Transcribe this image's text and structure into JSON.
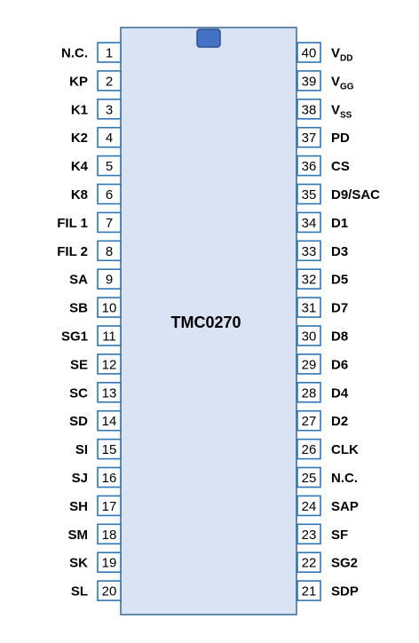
{
  "chip": {
    "name": "TMC0270",
    "body_color": "#dae3f3",
    "outline_color": "#41719c",
    "notch_color": "#4472c4",
    "pin_border_color": "#2e75b6"
  },
  "left_pins": [
    {
      "number": "1",
      "label": "N.C."
    },
    {
      "number": "2",
      "label": "KP"
    },
    {
      "number": "3",
      "label": "K1"
    },
    {
      "number": "4",
      "label": "K2"
    },
    {
      "number": "5",
      "label": "K4"
    },
    {
      "number": "6",
      "label": "K8"
    },
    {
      "number": "7",
      "label": "FIL 1"
    },
    {
      "number": "8",
      "label": "FIL 2"
    },
    {
      "number": "9",
      "label": "SA"
    },
    {
      "number": "10",
      "label": "SB"
    },
    {
      "number": "11",
      "label": "SG1"
    },
    {
      "number": "12",
      "label": "SE"
    },
    {
      "number": "13",
      "label": "SC"
    },
    {
      "number": "14",
      "label": "SD"
    },
    {
      "number": "15",
      "label": "SI"
    },
    {
      "number": "16",
      "label": "SJ"
    },
    {
      "number": "17",
      "label": "SH"
    },
    {
      "number": "18",
      "label": "SM"
    },
    {
      "number": "19",
      "label": "SK"
    },
    {
      "number": "20",
      "label": "SL"
    }
  ],
  "right_pins": [
    {
      "number": "40",
      "label": "V",
      "sub": "DD"
    },
    {
      "number": "39",
      "label": "V",
      "sub": "GG"
    },
    {
      "number": "38",
      "label": "V",
      "sub": "SS"
    },
    {
      "number": "37",
      "label": "PD"
    },
    {
      "number": "36",
      "label": "CS"
    },
    {
      "number": "35",
      "label": "D9/SAC"
    },
    {
      "number": "34",
      "label": "D1"
    },
    {
      "number": "33",
      "label": "D3"
    },
    {
      "number": "32",
      "label": "D5"
    },
    {
      "number": "31",
      "label": "D7"
    },
    {
      "number": "30",
      "label": "D8"
    },
    {
      "number": "29",
      "label": "D6"
    },
    {
      "number": "28",
      "label": "D4"
    },
    {
      "number": "27",
      "label": "D2"
    },
    {
      "number": "26",
      "label": "CLK"
    },
    {
      "number": "25",
      "label": "N.C."
    },
    {
      "number": "24",
      "label": "SAP"
    },
    {
      "number": "23",
      "label": "SF"
    },
    {
      "number": "22",
      "label": "SG2"
    },
    {
      "number": "21",
      "label": "SDP"
    }
  ]
}
